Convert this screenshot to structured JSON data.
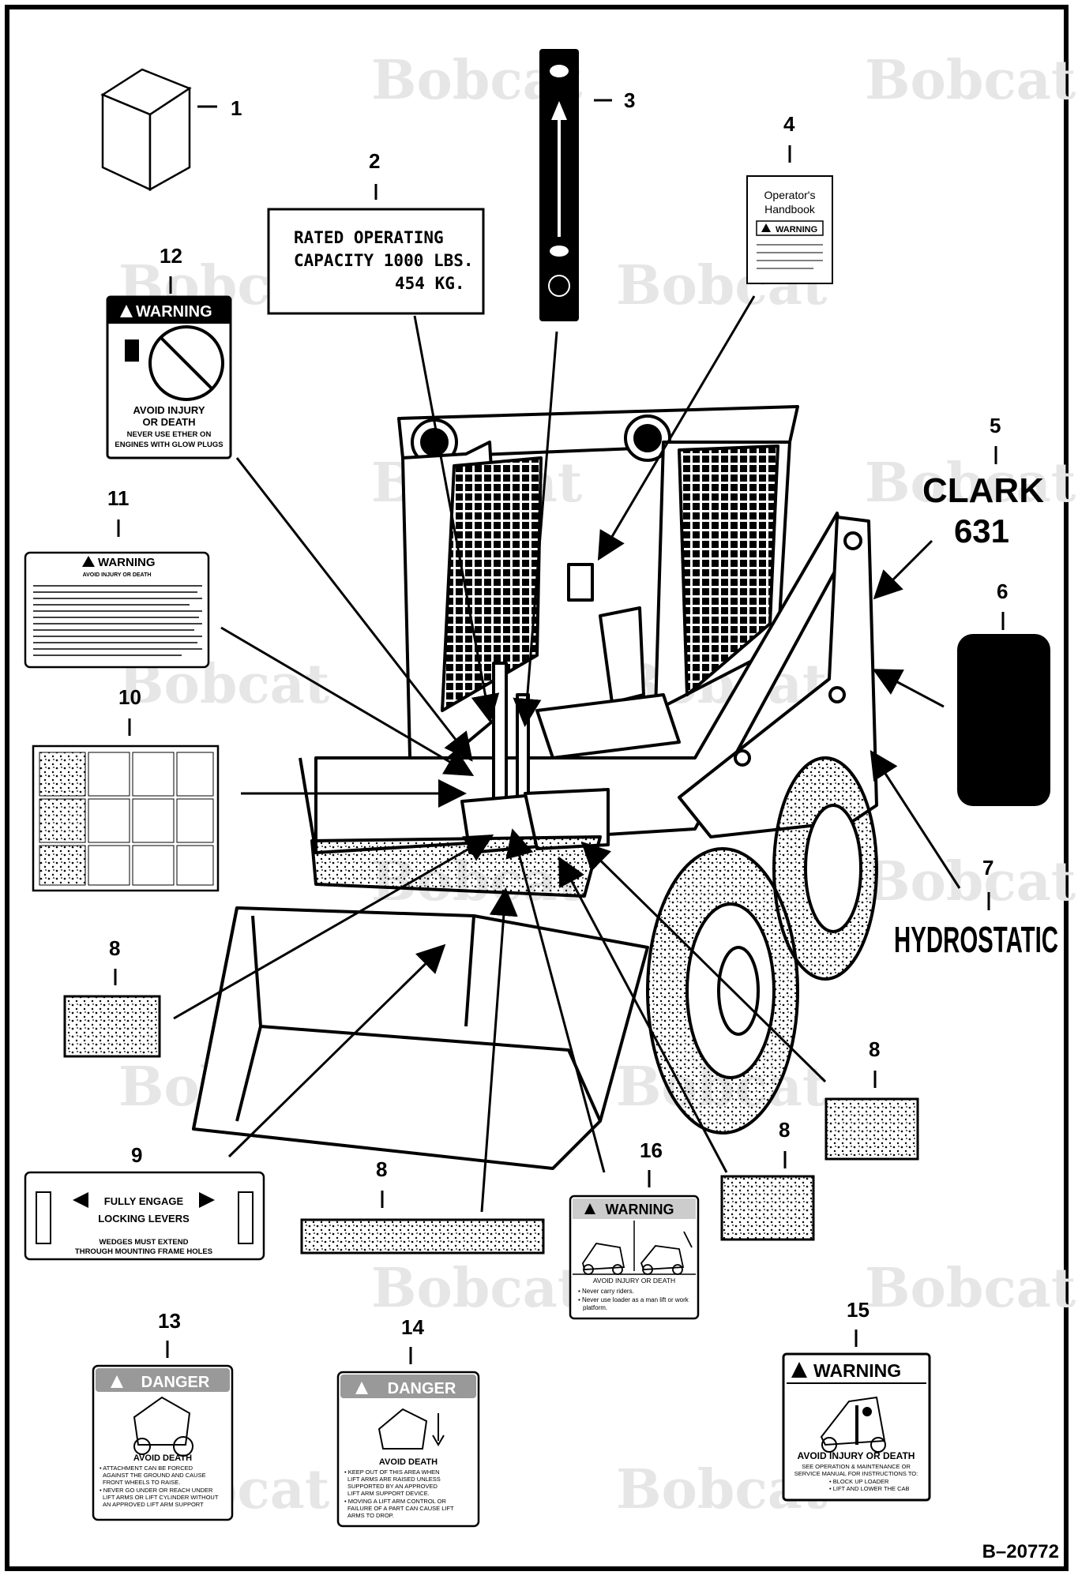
{
  "watermark": "Bobcat",
  "reference": "B–20772",
  "callouts": {
    "c1": "1",
    "c2": "2",
    "c3": "3",
    "c4": "4",
    "c5": "5",
    "c6": "6",
    "c7": "7",
    "c8a": "8",
    "c8b": "8",
    "c8c": "8",
    "c8d": "8",
    "c9": "9",
    "c10": "10",
    "c11": "11",
    "c12": "12",
    "c13": "13",
    "c14": "14",
    "c15": "15",
    "c16": "16"
  },
  "decal2": {
    "line1": "RATED   OPERATING",
    "line2": "CAPACITY  1000 LBS.",
    "line3": "454 KG."
  },
  "decal4": {
    "line1": "Operator's",
    "line2": "Handbook",
    "warning": "WARNING"
  },
  "decal5": {
    "line1": "CLARK",
    "line2": "631"
  },
  "decal7": {
    "text": "HYDROSTATIC"
  },
  "decal9": {
    "line1": "FULLY ENGAGE",
    "line2": "LOCKING LEVERS",
    "line3": "WEDGES MUST EXTEND",
    "line4": "THROUGH MOUNTING FRAME HOLES"
  },
  "decal11": {
    "header": "WARNING",
    "sub": "AVOID INJURY OR DEATH"
  },
  "decal12": {
    "header": "WARNING",
    "line1": "AVOID INJURY",
    "line2": "OR DEATH",
    "line3": "NEVER USE ETHER ON",
    "line4": "ENGINES WITH GLOW PLUGS"
  },
  "decal13": {
    "header": "DANGER",
    "sub": "AVOID DEATH",
    "b1": "• ATTACHMENT CAN BE FORCED",
    "b2": "AGAINST THE GROUND AND CAUSE",
    "b3": "FRONT WHEELS TO RAISE.",
    "b4": "• NEVER GO UNDER OR REACH UNDER",
    "b5": "LIFT ARMS OR LIFT CYLINDER WITHOUT",
    "b6": "AN APPROVED LIFT ARM SUPPORT"
  },
  "decal14": {
    "header": "DANGER",
    "sub": "AVOID DEATH",
    "b1": "• KEEP OUT OF THIS AREA WHEN",
    "b2": "LIFT ARMS ARE RAISED UNLESS",
    "b3": "SUPPORTED BY AN APPROVED",
    "b4": "LIFT ARM SUPPORT DEVICE.",
    "b5": "• MOVING A LIFT ARM CONTROL OR",
    "b6": "FAILURE OF A PART CAN CAUSE LIFT",
    "b7": "ARMS TO DROP."
  },
  "decal15": {
    "header": "WARNING",
    "sub": "AVOID INJURY OR DEATH",
    "b1": "SEE OPERATION & MAINTENANCE OR",
    "b2": "SERVICE MANUAL FOR INSTRUCTIONS TO:",
    "b3": "• BLOCK UP LOADER",
    "b4": "• LIFT AND LOWER THE CAB"
  },
  "decal16": {
    "header": "WARNING",
    "sub": "AVOID INJURY OR DEATH",
    "b1": "• Never carry riders.",
    "b2": "• Never use loader as a man lift or work",
    "b3": "platform."
  }
}
